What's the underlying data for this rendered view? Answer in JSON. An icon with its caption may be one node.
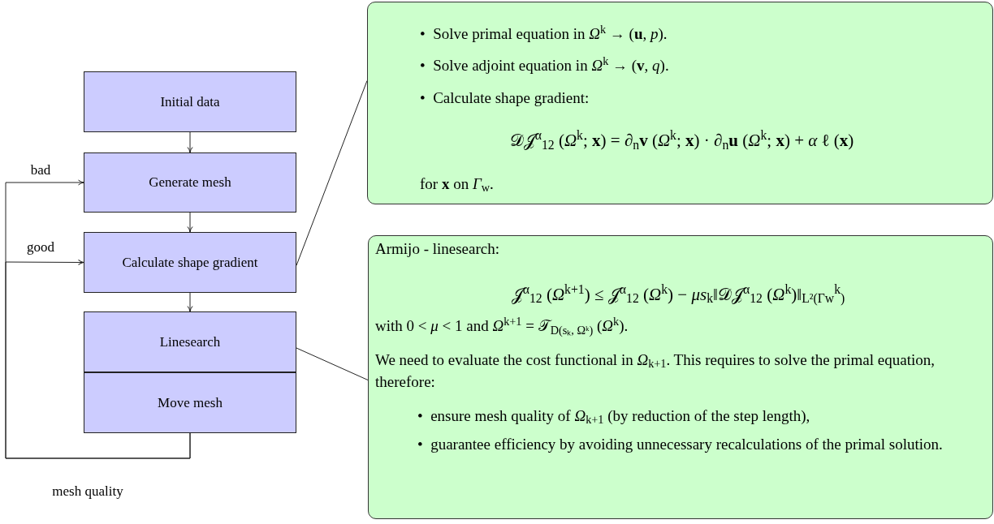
{
  "diagram": {
    "nodes": [
      {
        "text": [
          "Initial data"
        ]
      },
      {
        "text": [
          "Generate mesh"
        ]
      },
      {
        "text": [
          "Calculate shape gradient"
        ]
      },
      {
        "text": [
          "Linesearch"
        ]
      },
      {
        "text": [
          "Move mesh"
        ]
      },
      {
        "text": [
          "•  Solve primal equation in *Ω*$^{k}$ → (**u**, *p*).",
          "•  Solve adjoint equation in *Ω*$^{k}$ → (**v**, *q*).",
          "•  Calculate shape gradient:",
          "𝒟𝒥$^{α}$$_{12}$ (*Ω*$^{k}$; **x**) = ∂$_{n}$**v** (*Ω*$^{k}$; **x**) · ∂$_{n}$**u** (*Ω*$^{k}$; **x**) + *α* ℓ (**x**)",
          "for **x** on *Γ*$_{w}$."
        ]
      },
      {
        "text": [
          "Armijo - linesearch:",
          "𝒥$^{α}$$_{12}$ (*Ω*$^{k+1}$) ≤ 𝒥$^{α}$$_{12}$ (*Ω*$^{k}$) − *μs*$_{k}$‖𝒟𝒥$^{α}$$_{12}$ (*Ω*$^{k}$)‖$_{L²(Γ}$$_{w}$$^{k}$$_{)}$",
          "with 0 < *μ* < 1 and *Ω*$^{k+1}$ = 𝒯$_{D(sₖ, Ωᵏ)}$ (*Ω*$^{k}$).",
          "We need to evaluate the cost functional in *Ω*$_{k+1}$. This requires to solve the primal equation, therefore:",
          "•  ensure mesh quality of *Ω*$_{k+1}$ (by reduction of the step length),",
          "•  guarantee efficiency by avoiding unnecessary recalculations of the primal solution."
        ]
      }
    ],
    "edges": [
      {
        "from": 0,
        "to": 1,
        "arrow": "to"
      },
      {
        "from": 1,
        "to": 2,
        "arrow": "to"
      },
      {
        "from": 2,
        "to": 3,
        "arrow": "to"
      },
      {
        "from": 4,
        "to": 1,
        "arrow": "to",
        "label": "bad"
      },
      {
        "from": 4,
        "to": 2,
        "arrow": "to",
        "label": "good"
      },
      {
        "from": 2,
        "to": 5,
        "arrow": "none"
      },
      {
        "from": 3,
        "to": 6,
        "arrow": "none"
      }
    ],
    "labels": [
      "mesh quality"
    ]
  }
}
